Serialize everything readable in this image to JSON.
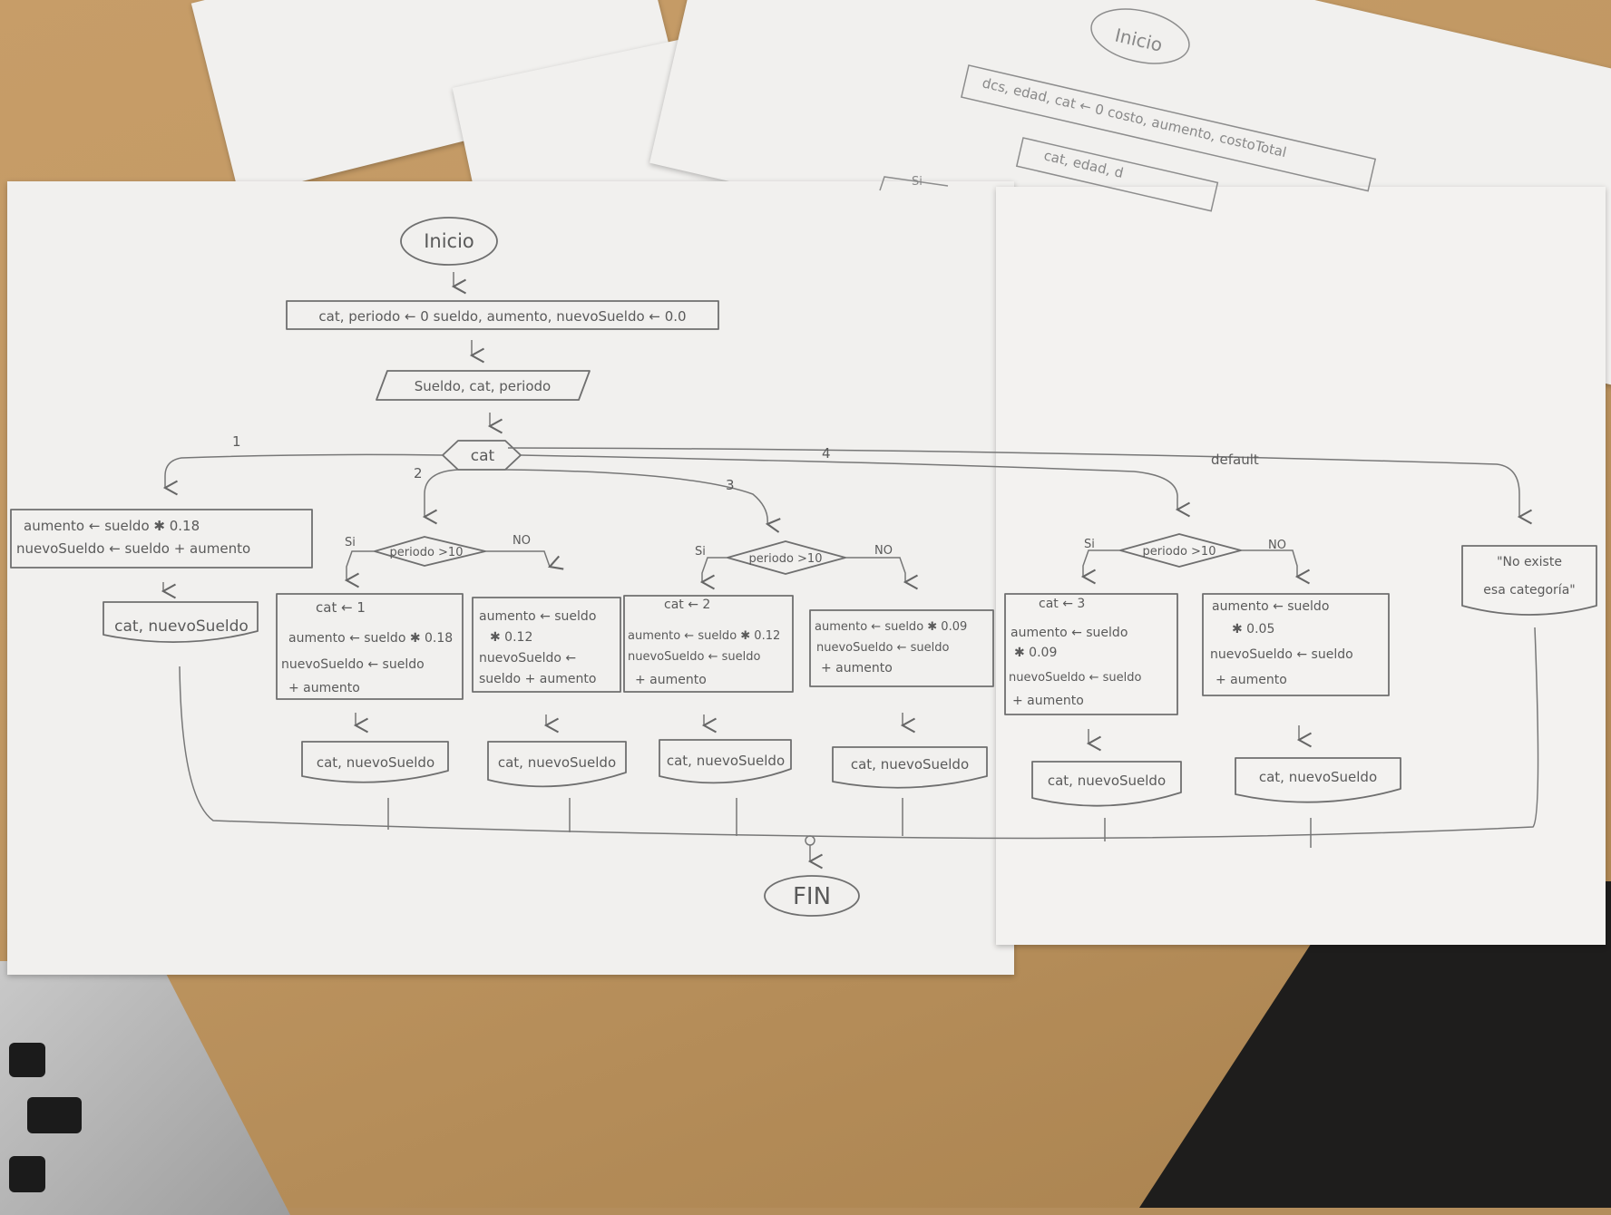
{
  "diagram": {
    "start": "Inicio",
    "end": "FIN",
    "init": "cat, periodo ← 0   sueldo, aumento, nuevoSueldo ← 0.0",
    "input": "Sueldo, cat, periodo",
    "switch": "cat",
    "case_labels": {
      "c1": "1",
      "c2": "2",
      "c3": "3",
      "c4": "4",
      "default": "default"
    },
    "cond": "periodo >10",
    "yes": "Si",
    "no": "NO",
    "case1": {
      "line1": "aumento ← sueldo ✱ 0.18",
      "line2": "nuevoSueldo ← sueldo + aumento",
      "output": "cat, nuevoSueldo"
    },
    "case2_yes": {
      "line1": "cat ← 1",
      "line2": "aumento ← sueldo ✱ 0.18",
      "line3": "nuevoSueldo ← sueldo",
      "line4": "+ aumento",
      "output": "cat, nuevoSueldo"
    },
    "case2_no": {
      "line1": "aumento ← sueldo",
      "line2": "✱ 0.12",
      "line3": "nuevoSueldo ←",
      "line4": "sueldo + aumento",
      "output": "cat, nuevoSueldo"
    },
    "case3_yes": {
      "line1": "cat ← 2",
      "line2": "aumento ← sueldo ✱ 0.12",
      "line3": "nuevoSueldo ← sueldo",
      "line4": "+ aumento",
      "output": "cat, nuevoSueldo"
    },
    "case3_no": {
      "line1": "aumento ← sueldo ✱ 0.09",
      "line2": "nuevoSueldo ← sueldo",
      "line3": "+ aumento",
      "output": "cat, nuevoSueldo"
    },
    "case4_yes": {
      "line1": "cat ← 3",
      "line2": "aumento ← sueldo",
      "line3": "✱ 0.09",
      "line4": "nuevoSueldo ← sueldo",
      "line5": "+ aumento",
      "output": "cat, nuevoSueldo"
    },
    "case4_no": {
      "line1": "aumento ← sueldo",
      "line2": "✱ 0.05",
      "line3": "nuevoSueldo ← sueldo",
      "line4": "+ aumento",
      "output": "cat, nuevoSueldo"
    },
    "default_msg": {
      "line1": "\"No existe",
      "line2": "esa categoría\""
    }
  },
  "background_sheet": {
    "start": "Inicio",
    "line1": "dcs, edad, cat ← 0   costo, aumento, costoTotal",
    "line2": "cat, edad, d",
    "yes": "Si"
  }
}
